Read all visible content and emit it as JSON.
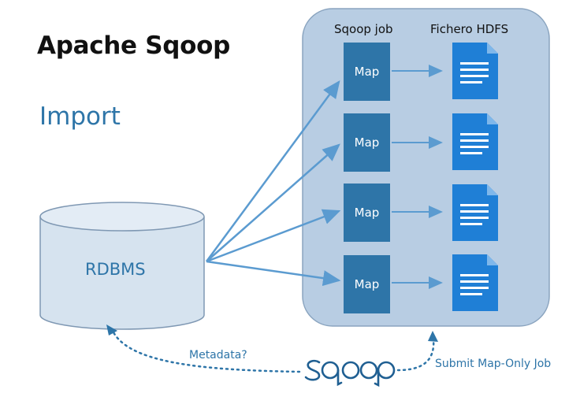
{
  "title": "Apache Sqoop",
  "subtitle": "Import",
  "headers": {
    "job": "Sqoop job",
    "file": "Fichero HDFS"
  },
  "maps": [
    "Map",
    "Map",
    "Map",
    "Map"
  ],
  "rdbms": "RDBMS",
  "notes": {
    "metadata": "Metadata?",
    "submit": "Submit Map-Only Job"
  },
  "logo_text": "sqoop",
  "colors": {
    "accent": "#2e75a8",
    "panel": "#b8cde3",
    "file": "#1f7fd6",
    "cylinder": "#d6e3ef"
  },
  "icons": [
    "document-icon",
    "sqoop-logo"
  ]
}
